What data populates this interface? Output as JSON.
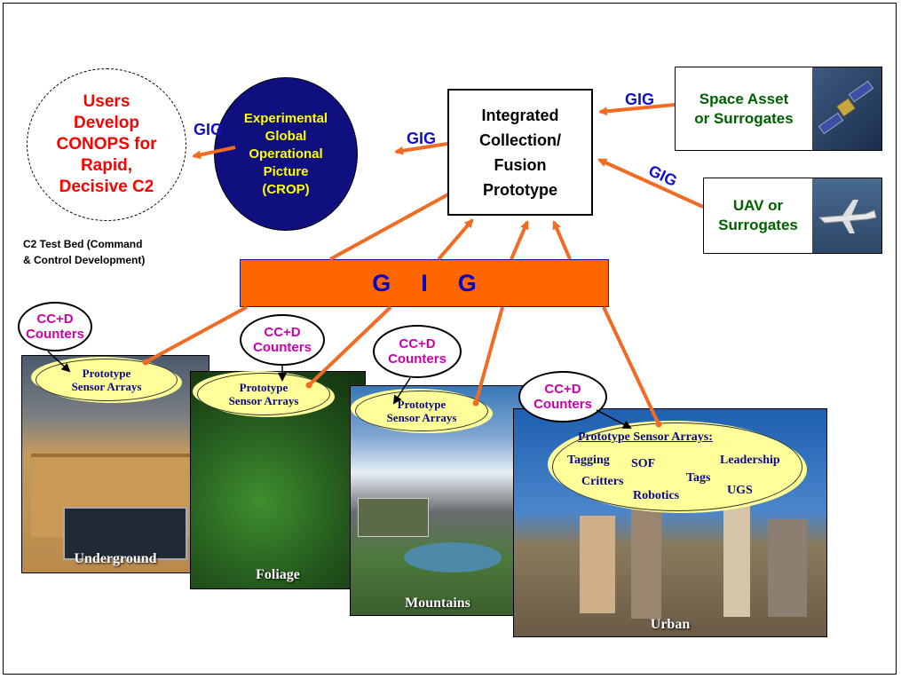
{
  "users": {
    "text": "Users\nDevelop\nCONOPS for\nRapid,\nDecisive C2"
  },
  "testbed": {
    "text": "C2 Test Bed (Command\n& Control Development)"
  },
  "crop": {
    "text": "Experimental\nGlobal\nOperational\nPicture\n(CROP)"
  },
  "fusion": {
    "text": "Integrated\nCollection/\nFusion\nPrototype"
  },
  "space_asset": {
    "text": "Space Asset\nor Surrogates"
  },
  "uav": {
    "text": "UAV or\nSurrogates"
  },
  "gig_labels": {
    "users_crop": "GIG",
    "crop_fusion": "GIG",
    "space_fusion": "GIG",
    "uav_fusion": "GIG"
  },
  "gig_bar": "GIG",
  "ccd_label": "CC+D\nCounters",
  "cloud_label": "Prototype\nSensor Arrays",
  "urban_cloud": {
    "title": "Prototype Sensor Arrays:",
    "items": [
      "Tagging",
      "SOF",
      "Leadership",
      "Critters",
      "Tags",
      "Robotics",
      "UGS"
    ]
  },
  "photos": {
    "underground": "Underground",
    "foliage": "Foliage",
    "mountains": "Mountains",
    "urban": "Urban"
  },
  "colors": {
    "arrow": "#f26b22",
    "bar": "#ff6600",
    "crop_fill": "#0f0f80",
    "users_text": "#ff0000",
    "asset_text": "#006000",
    "gig_text": "#1010c8",
    "ccd_text": "#cc00aa",
    "cloud_fill": "#ffff99"
  }
}
